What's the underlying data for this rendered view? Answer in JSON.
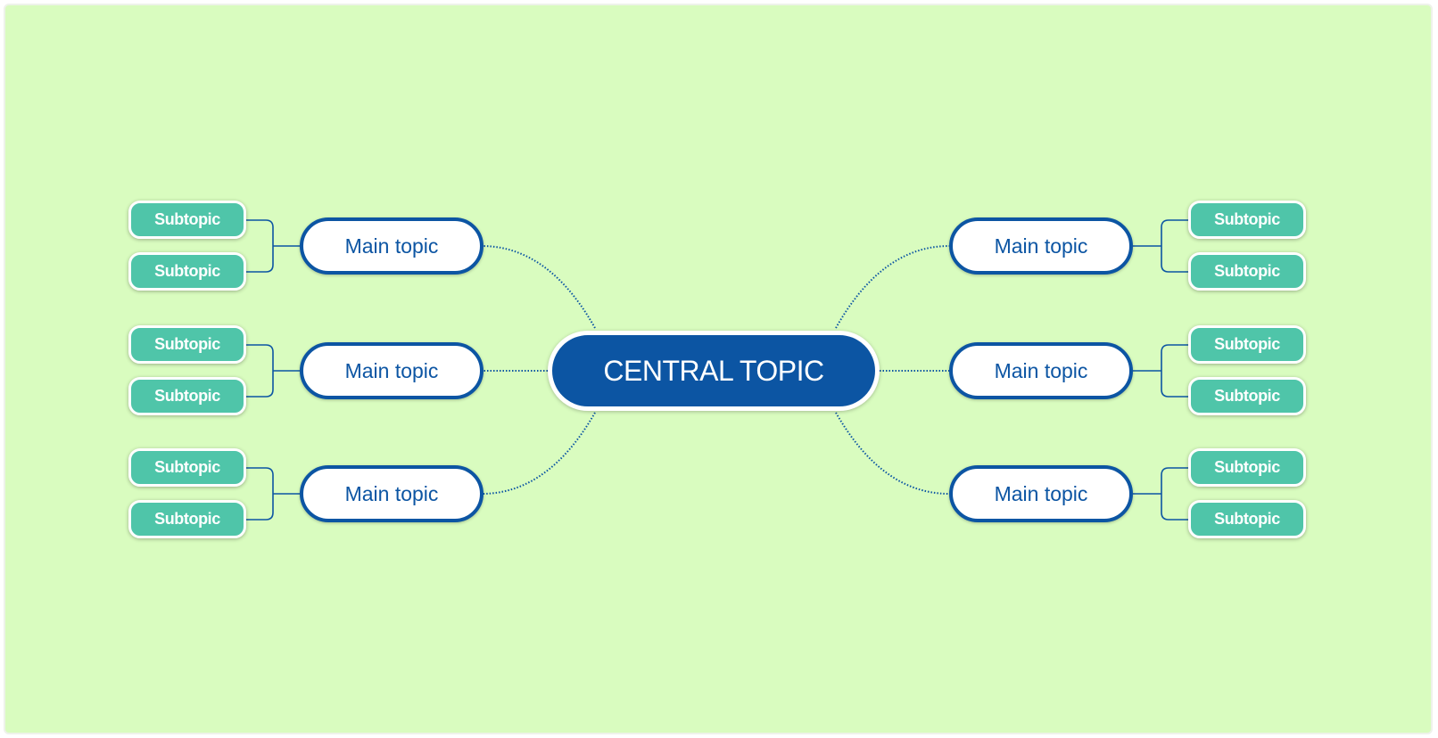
{
  "colors": {
    "background": "#d9fcbf",
    "central_fill": "#0c55a3",
    "main_border": "#0c55a3",
    "main_text": "#0c55a3",
    "sub_fill": "#4fc5a9",
    "connector": "#0c55a3"
  },
  "diagram": {
    "central": {
      "label": "CENTRAL TOPIC"
    },
    "left": [
      {
        "label": "Main topic",
        "subtopics": [
          "Subtopic",
          "Subtopic"
        ]
      },
      {
        "label": "Main topic",
        "subtopics": [
          "Subtopic",
          "Subtopic"
        ]
      },
      {
        "label": "Main topic",
        "subtopics": [
          "Subtopic",
          "Subtopic"
        ]
      }
    ],
    "right": [
      {
        "label": "Main topic",
        "subtopics": [
          "Subtopic",
          "Subtopic"
        ]
      },
      {
        "label": "Main topic",
        "subtopics": [
          "Subtopic",
          "Subtopic"
        ]
      },
      {
        "label": "Main topic",
        "subtopics": [
          "Subtopic",
          "Subtopic"
        ]
      }
    ]
  }
}
